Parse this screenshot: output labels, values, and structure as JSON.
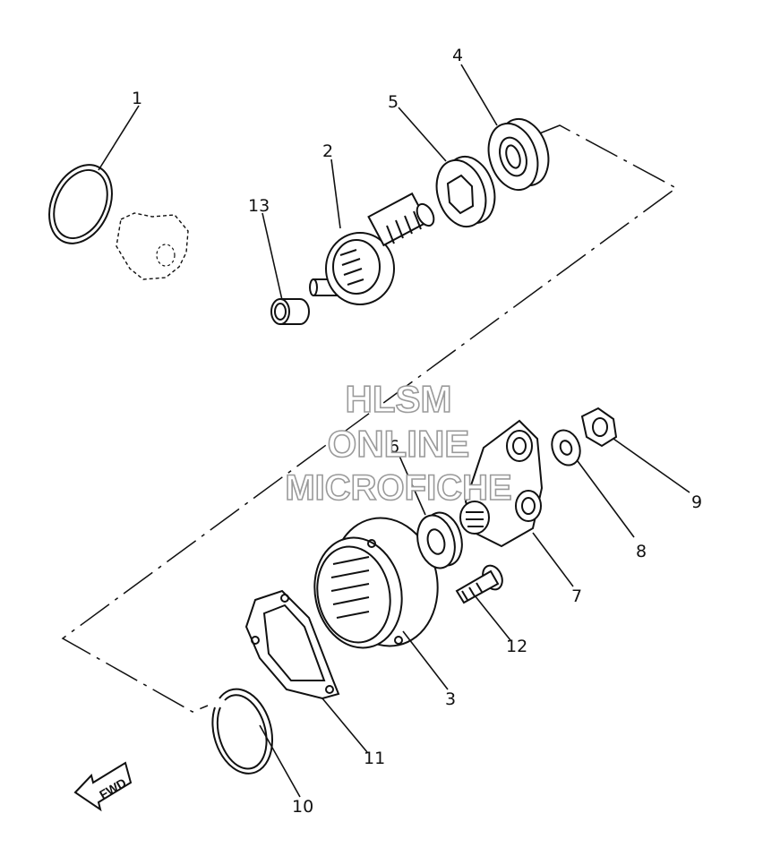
{
  "watermark": {
    "line1": "HLSM",
    "line2": "ONLINE",
    "line3": "MICROFICHE"
  },
  "direction_arrow": {
    "label": "FWD"
  },
  "callouts": [
    "1",
    "2",
    "3",
    "4",
    "5",
    "6",
    "7",
    "8",
    "9",
    "10",
    "11",
    "12",
    "13"
  ]
}
